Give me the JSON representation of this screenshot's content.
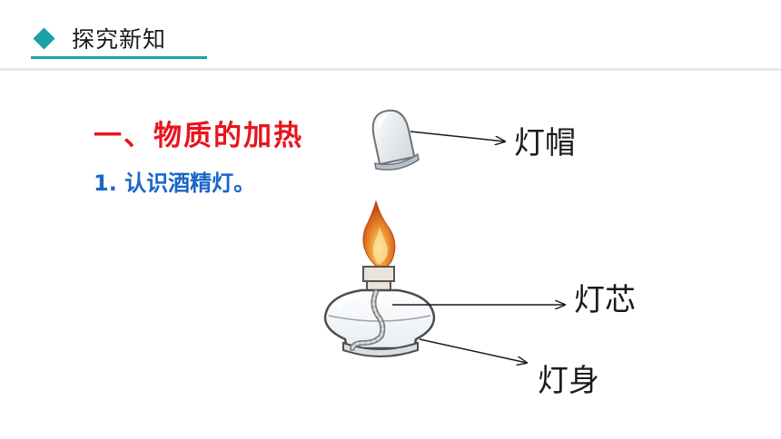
{
  "header": {
    "title": "探究新知",
    "accent_color": "#1ba3a3"
  },
  "section": {
    "title": "一、物质的加热",
    "title_color": "#e8141c"
  },
  "subtitle": {
    "text": "1. 认识酒精灯。",
    "color": "#1a66c8"
  },
  "diagram": {
    "labels": {
      "cap": "灯帽",
      "wick": "灯芯",
      "body": "灯身"
    },
    "icons": [
      "lamp-cap-icon",
      "alcohol-lamp-icon",
      "flame-icon"
    ]
  }
}
